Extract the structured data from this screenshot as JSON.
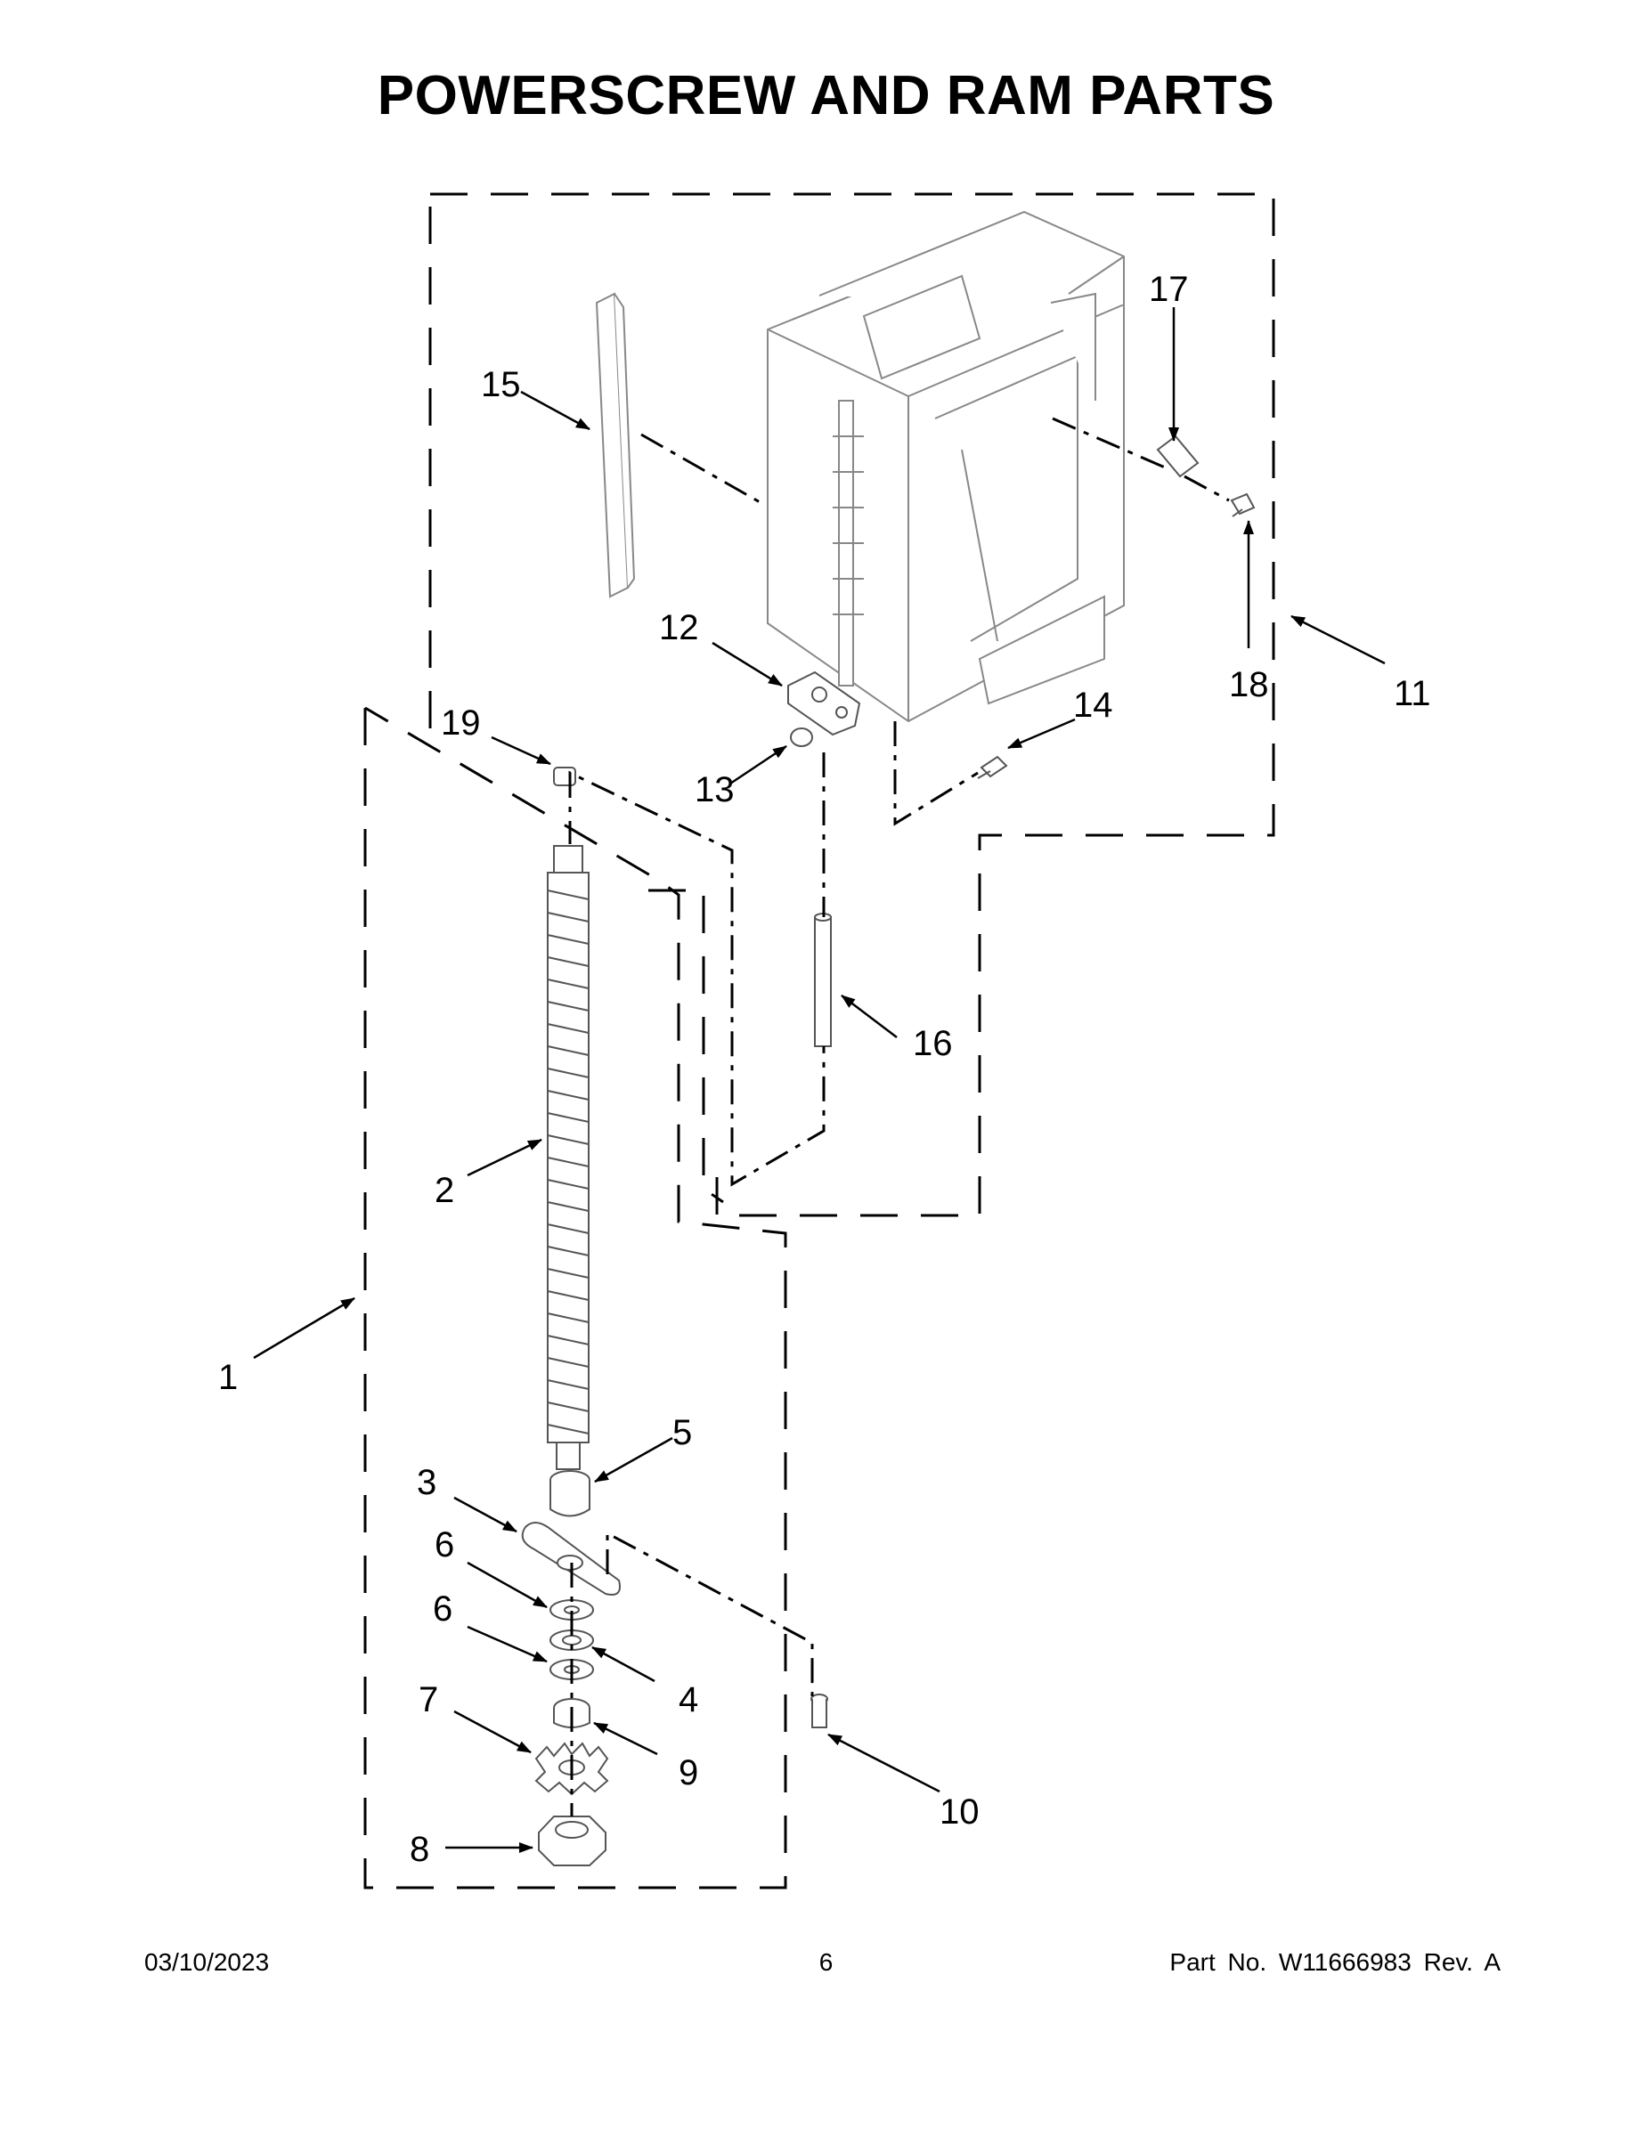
{
  "title": "POWERSCREW AND RAM PARTS",
  "callouts": {
    "c1": "1",
    "c2": "2",
    "c3": "3",
    "c4": "4",
    "c5": "5",
    "c6a": "6",
    "c6b": "6",
    "c7": "7",
    "c8": "8",
    "c9": "9",
    "c10": "10",
    "c11": "11",
    "c12": "12",
    "c13": "13",
    "c14": "14",
    "c15": "15",
    "c16": "16",
    "c17": "17",
    "c18": "18",
    "c19": "19"
  },
  "footer": {
    "date": "03/10/2023",
    "page": "6",
    "part": "Part No.  W11666983  Rev.  A"
  }
}
